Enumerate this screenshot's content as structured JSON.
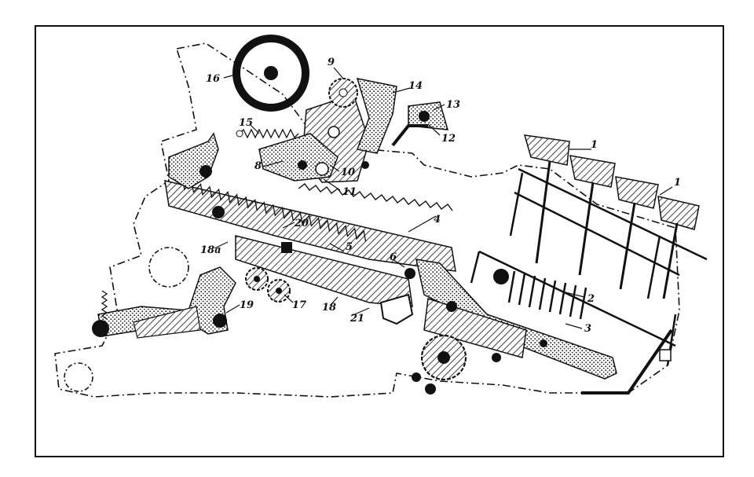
{
  "labels": {
    "l1": "1",
    "l1b": "1",
    "l2": "2",
    "l3": "3",
    "l4": "4",
    "l5": "5",
    "l6": "6",
    "l8": "8",
    "l9": "9",
    "l10": "10",
    "l11": "11",
    "l12": "12",
    "l13": "13",
    "l14": "14",
    "l15": "15",
    "l16": "16",
    "l17": "17",
    "l18": "18",
    "l18a": "18a",
    "l19": "19",
    "l20": "20",
    "l21": "21"
  },
  "colors": {
    "ink": "#111111",
    "paper": "#ffffff"
  }
}
